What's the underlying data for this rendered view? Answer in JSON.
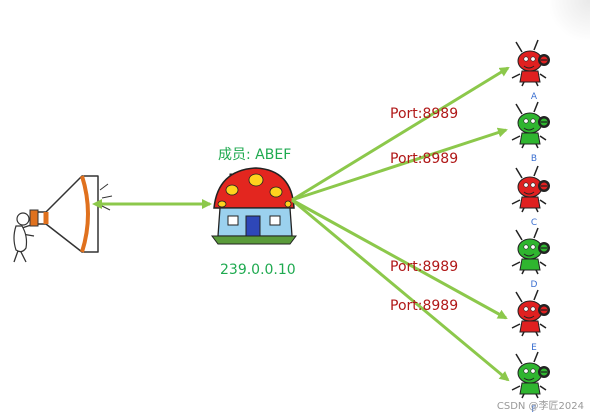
{
  "group": {
    "label": "成员: ABEF",
    "address": "239.0.0.10"
  },
  "links": [
    {
      "port": "Port:8989",
      "target": "A"
    },
    {
      "port": "Port:8989",
      "target": "B"
    },
    {
      "port": "Port:8989",
      "target": "E"
    },
    {
      "port": "Port:8989",
      "target": "F"
    }
  ],
  "members": [
    {
      "label": "A",
      "color": "red"
    },
    {
      "label": "B",
      "color": "green"
    },
    {
      "label": "C",
      "color": "red"
    },
    {
      "label": "D",
      "color": "green"
    },
    {
      "label": "E",
      "color": "red"
    },
    {
      "label": "F",
      "color": "green"
    }
  ],
  "colors": {
    "arrow": "#8cc84b",
    "group_text": "#1faa50",
    "port_text": "#b01818",
    "member_label": "#3b6fd0",
    "member_red": "#e02020",
    "member_green": "#2fb52f"
  },
  "watermark": "CSDN @李匠2024"
}
